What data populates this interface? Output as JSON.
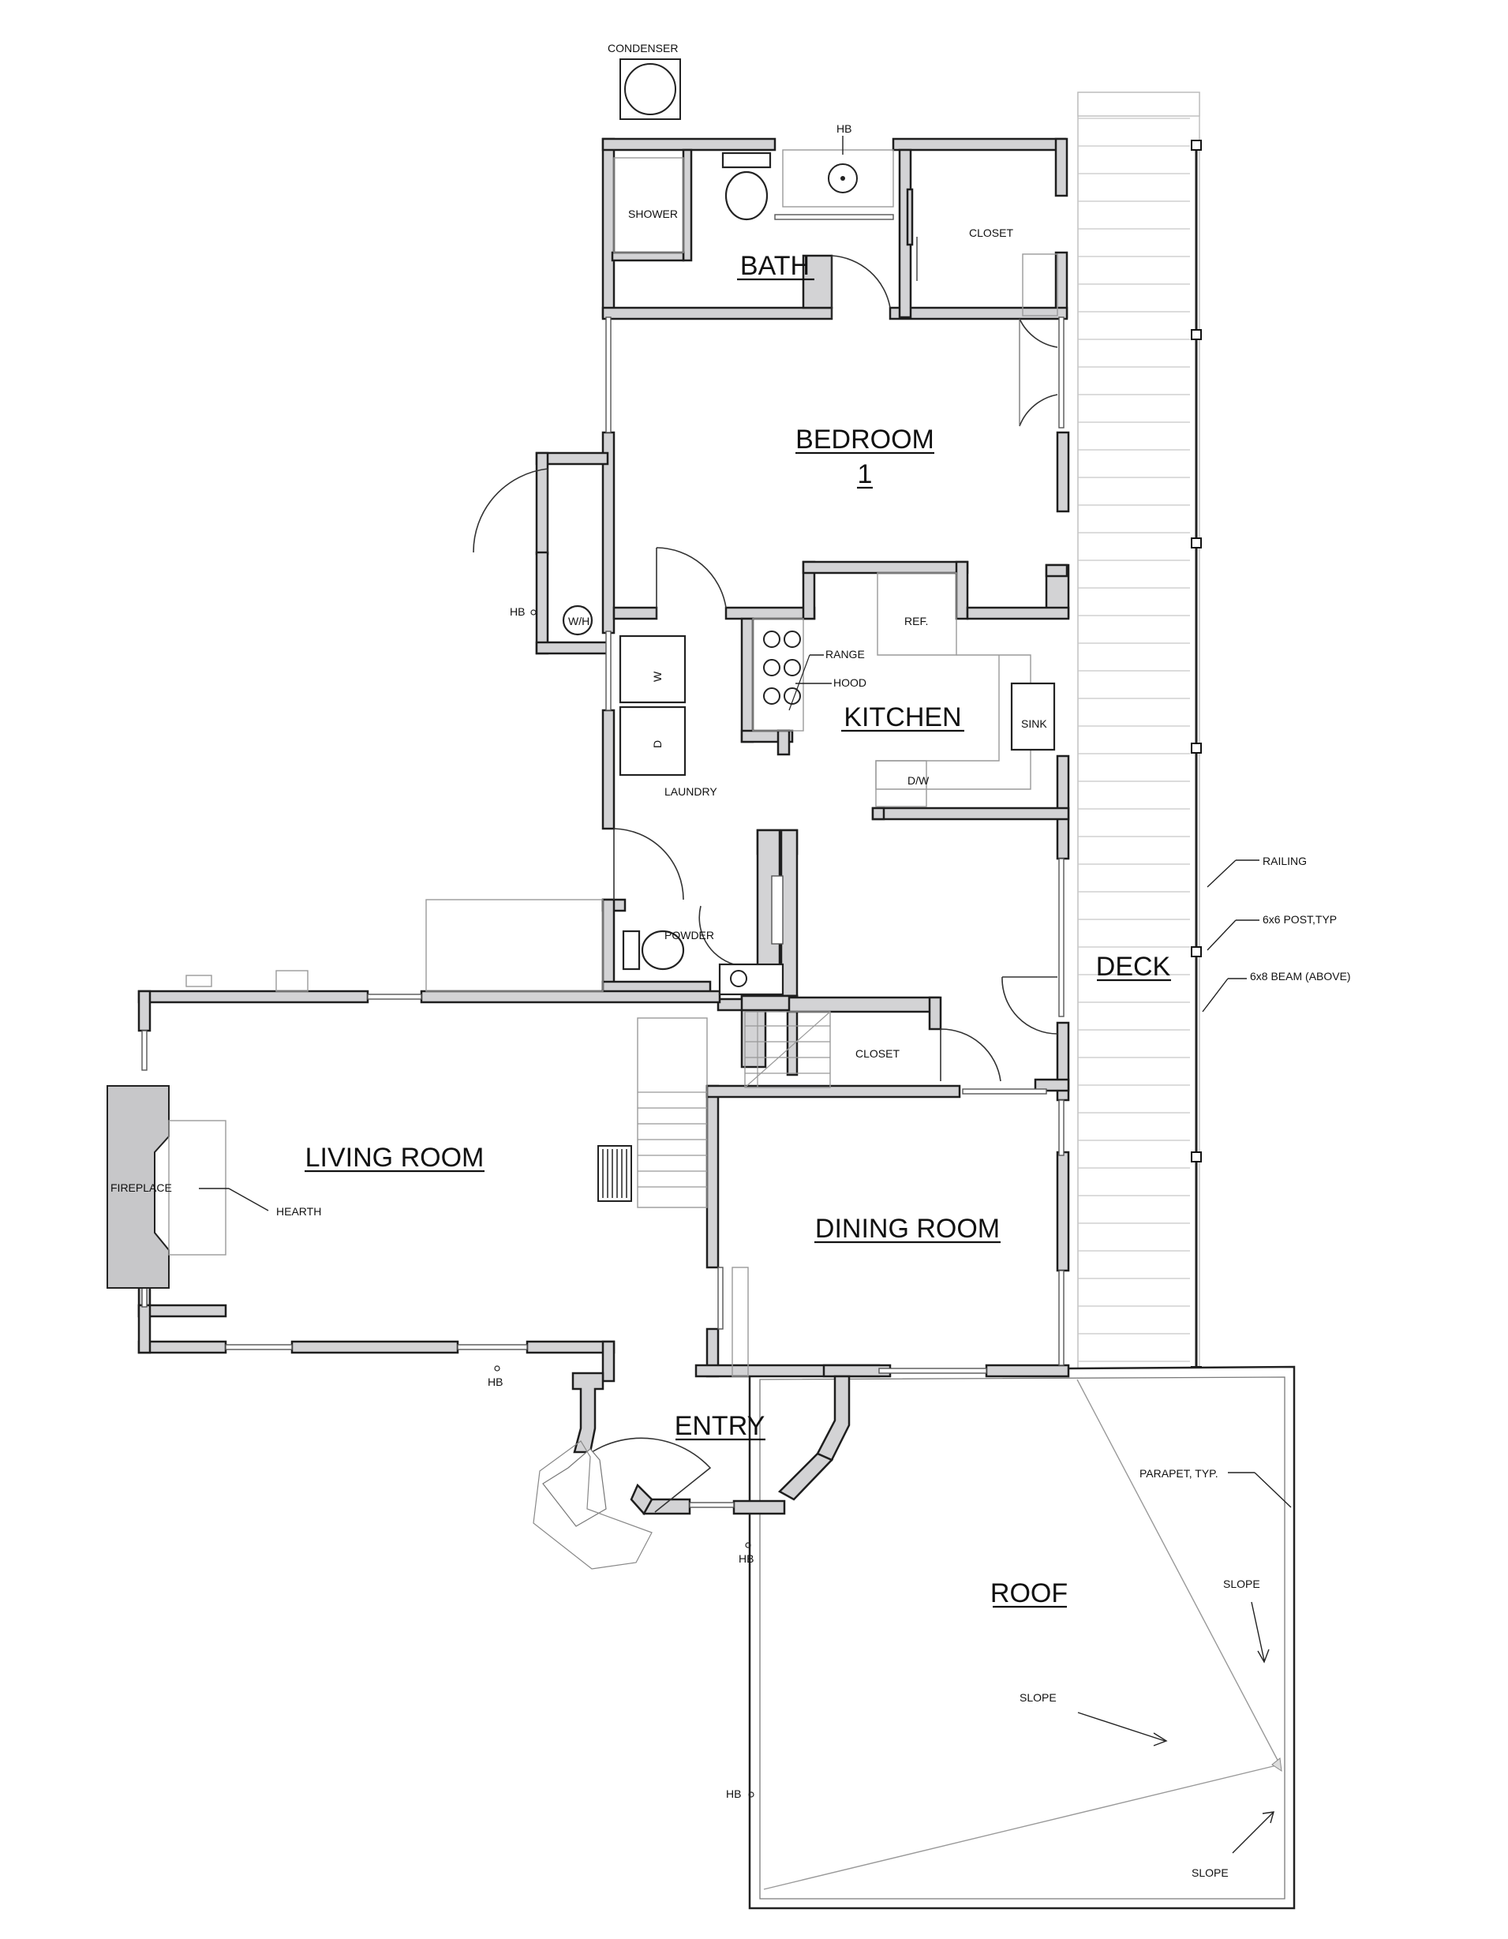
{
  "rooms": {
    "bath": "BATH",
    "bedroom": "BEDROOM",
    "bedroom_number": "1",
    "kitchen": "KITCHEN",
    "living_room": "LIVING ROOM",
    "dining_room": "DINING ROOM",
    "entry": "ENTRY",
    "roof": "ROOF",
    "deck": "DECK"
  },
  "labels": {
    "condenser": "CONDENSER",
    "shower": "SHOWER",
    "closet_upper": "CLOSET",
    "closet_lower": "CLOSET",
    "laundry": "LAUNDRY",
    "powder": "POWDER",
    "ref": "REF.",
    "range": "RANGE",
    "hood": "HOOD",
    "sink": "SINK",
    "dw": "D/W",
    "washer": "W",
    "dryer": "D",
    "water_heater": "W/H",
    "fireplace": "FIREPLACE",
    "hearth": "HEARTH",
    "railing": "RAILING",
    "post": "6x6 POST,TYP",
    "beam": "6x8 BEAM (ABOVE)",
    "parapet": "PARAPET, TYP.",
    "slope_1": "SLOPE",
    "slope_2": "SLOPE",
    "slope_3": "SLOPE",
    "hb_top": "HB",
    "hb_laundry": "HB",
    "hb_living": "HB",
    "hb_entry": "HB",
    "hb_roof": "HB"
  }
}
